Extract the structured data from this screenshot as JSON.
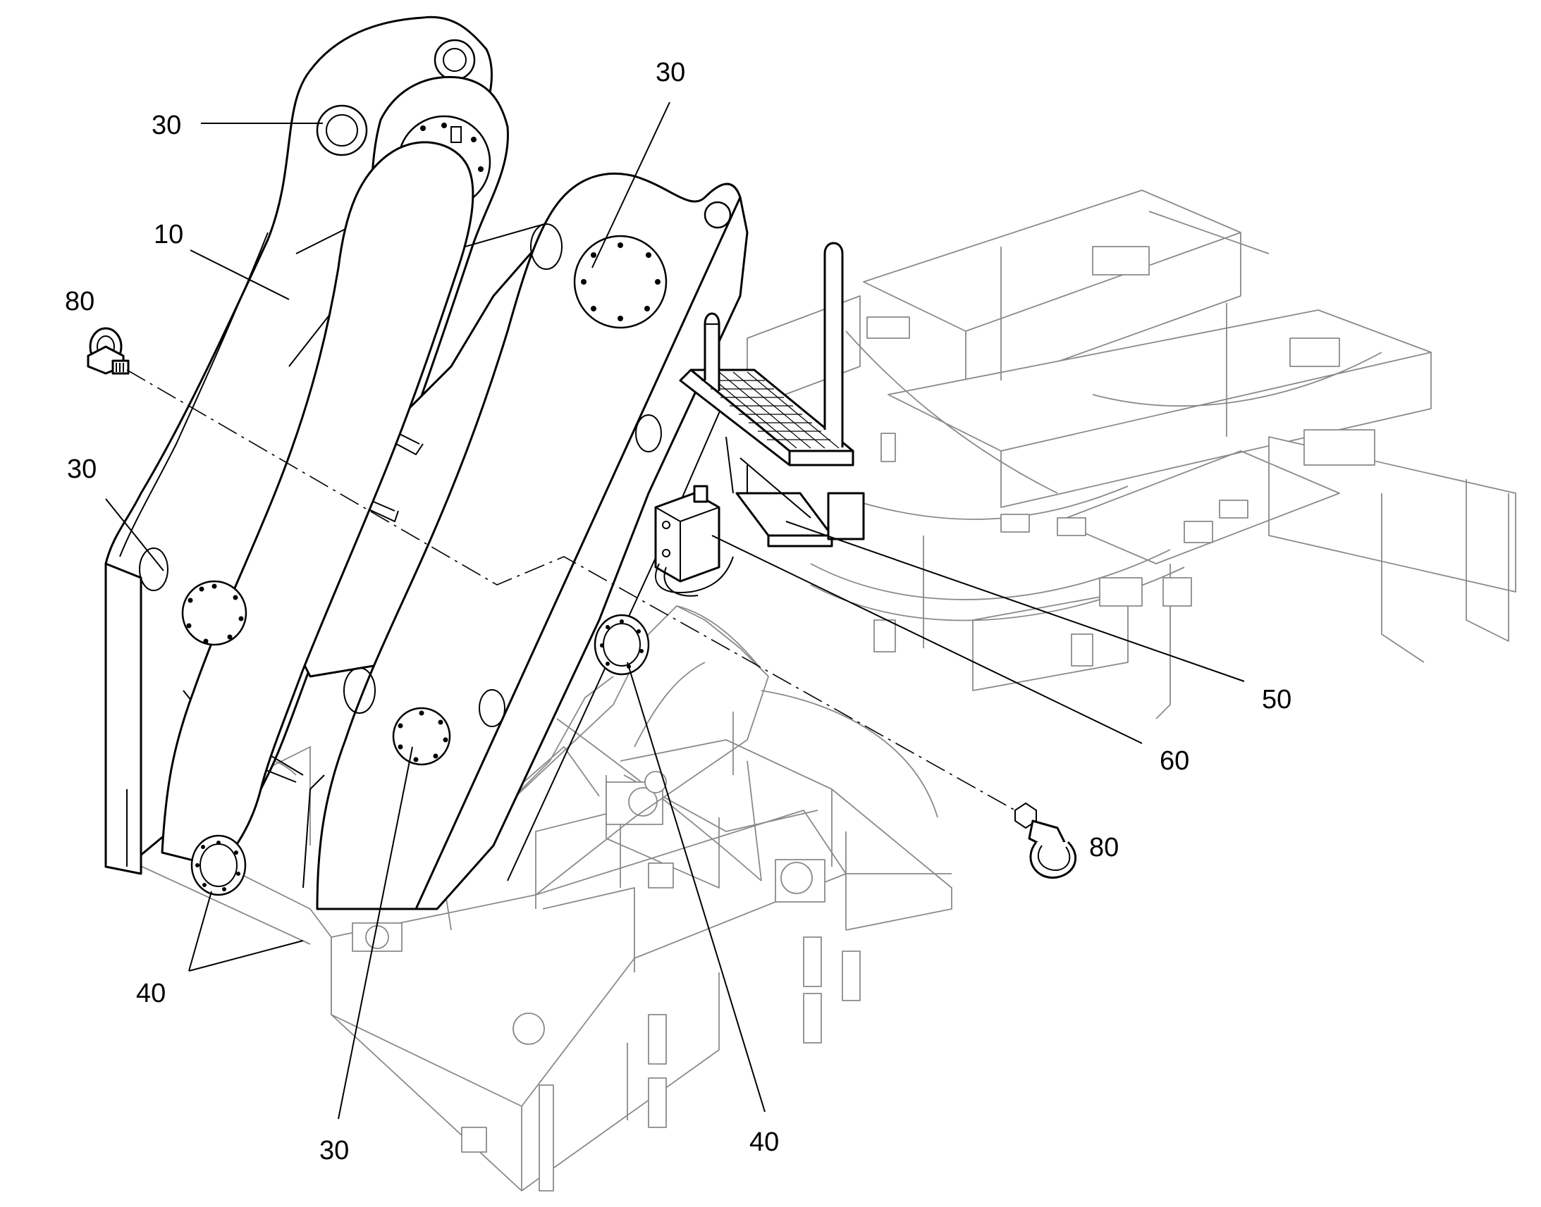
{
  "callouts": {
    "c30_top_left": "30",
    "c30_top_right": "30",
    "c10": "10",
    "c80_left": "80",
    "c30_mid_left": "30",
    "c40_left": "40",
    "c30_bottom": "30",
    "c40_bottom": "40",
    "c50": "50",
    "c60": "60",
    "c80_right": "80"
  }
}
